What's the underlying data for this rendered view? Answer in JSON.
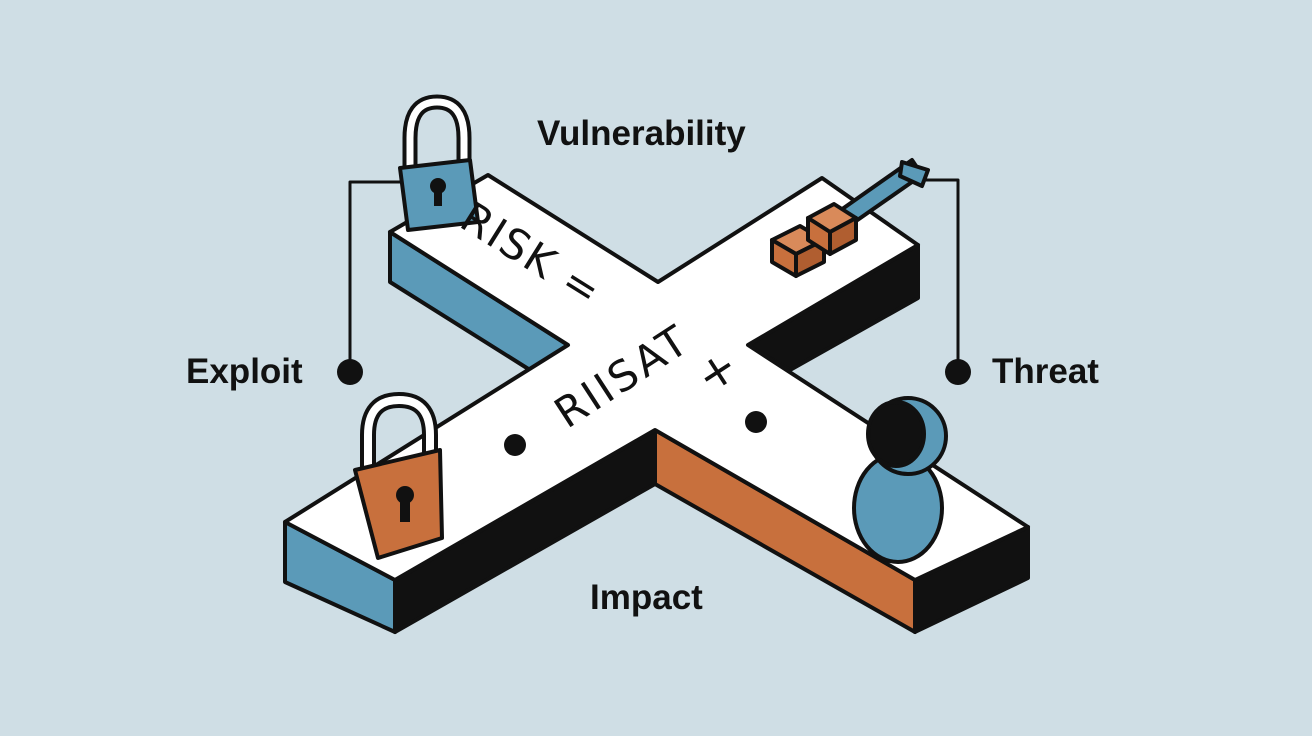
{
  "labels": {
    "vulnerability": "Vulnerability",
    "exploit": "Exploit",
    "threat": "Threat",
    "impact": "Impact"
  },
  "formula": {
    "risk": "RISK =",
    "term": "RIISAT",
    "plus": "+"
  },
  "colors": {
    "background": "#cfdee5",
    "board_top": "#ffffff",
    "blue": "#5b9ab8",
    "orange": "#c8703d",
    "outline": "#111111"
  },
  "icons": [
    "padlock-icon",
    "padlock-icon",
    "key-icon",
    "cube-icon",
    "person-icon"
  ]
}
